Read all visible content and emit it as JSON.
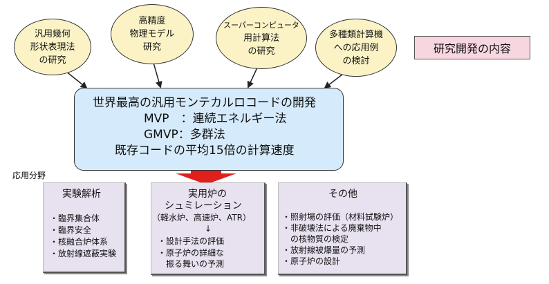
{
  "topics": [
    {
      "lines": [
        "汎用幾何",
        "形状表現法",
        "の研究"
      ]
    },
    {
      "lines": [
        "高精度",
        "物理モデル",
        "研究"
      ]
    },
    {
      "lines": [
        "スーパーコンピュータ",
        "用計算法",
        "の研究"
      ]
    },
    {
      "lines": [
        "多種類計算機",
        "への応用例",
        "の検討"
      ]
    }
  ],
  "title_label": "研究開発の内容",
  "main": {
    "line1": "世界最高の汎用モンテカルロコードの開発",
    "line2": "MVP　：連続エネルギー法",
    "line3": "GMVP：多群法",
    "line4": "既存コードの平均15倍の計算速度"
  },
  "applications_label": "応用分野",
  "panels": [
    {
      "title_lines": [
        "実験解析"
      ],
      "items": [
        "・臨界集合体",
        "・臨界安全",
        "・核融合炉体系",
        "・放射線遮蔽実験"
      ]
    },
    {
      "title_lines": [
        "実用炉の",
        "シュミレーション",
        "（軽水炉、高速炉、ATR）",
        "↓"
      ],
      "items": [
        "・設計手法の評価",
        "・原子炉の詳細な",
        "　振る舞いの予測"
      ]
    },
    {
      "title_lines": [
        "その他"
      ],
      "items": [
        "・照射場の評価（材料試験炉）",
        "・非破壊法による廃棄物中",
        "　の核物質の検定",
        "・放射線被爆量の予測",
        "・原子炉の設計"
      ]
    }
  ],
  "colors": {
    "bubble_fill": "#fbf3c6",
    "main_fill": "#d5eafa",
    "title_fill": "#f8d6e0",
    "panel_fill": "#e8e1ef",
    "big_arrow": "#e0201c"
  }
}
